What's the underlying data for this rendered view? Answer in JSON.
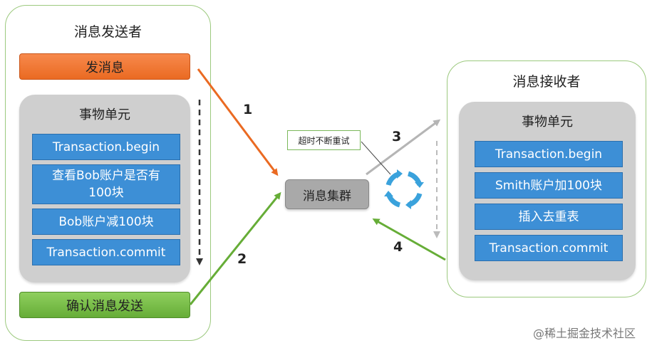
{
  "sender": {
    "title": "消息发送者",
    "send_label": "发消息",
    "unit_title": "事物单元",
    "steps": [
      "Transaction.begin",
      "查看Bob账户是否有100块",
      "Bob账户减100块",
      "Transaction.commit"
    ],
    "confirm_label": "确认消息发送"
  },
  "cluster": {
    "label": "消息集群",
    "retry_note": "超时不断重试"
  },
  "receiver": {
    "title": "消息接收者",
    "unit_title": "事物单元",
    "steps": [
      "Transaction.begin",
      "Smith账户加100块",
      "插入去重表",
      "Transaction.commit"
    ]
  },
  "arrows": {
    "step1": "1",
    "step2": "2",
    "step3": "3",
    "step4": "4"
  },
  "watermark": "@稀土掘金技术社区",
  "colors": {
    "panel_border": "#9cc97e",
    "send": "#ea6a22",
    "confirm": "#66ad37",
    "step_box": "#3d8fd6",
    "cluster": "#a9a9a9"
  },
  "icons": {
    "retry": "circular-arrows-icon"
  }
}
